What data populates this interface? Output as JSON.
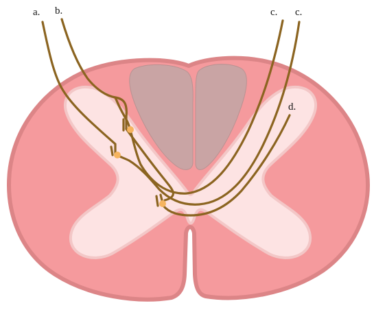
{
  "labels": {
    "a": "a.",
    "b": "b.",
    "c1": "c.",
    "c2": "c.",
    "d": "d."
  },
  "colors": {
    "white_matter": "#f59a9d",
    "white_matter_edge": "#dc8587",
    "gray_matter": "#fde3e3",
    "gray_matter_edge": "#f3c7c7",
    "posterior_columns": "#c9a4a4",
    "posterior_columns_edge": "#b89292",
    "fiber": "#8b6420",
    "synapse": "#f6b45f",
    "label_text": "#111111"
  }
}
